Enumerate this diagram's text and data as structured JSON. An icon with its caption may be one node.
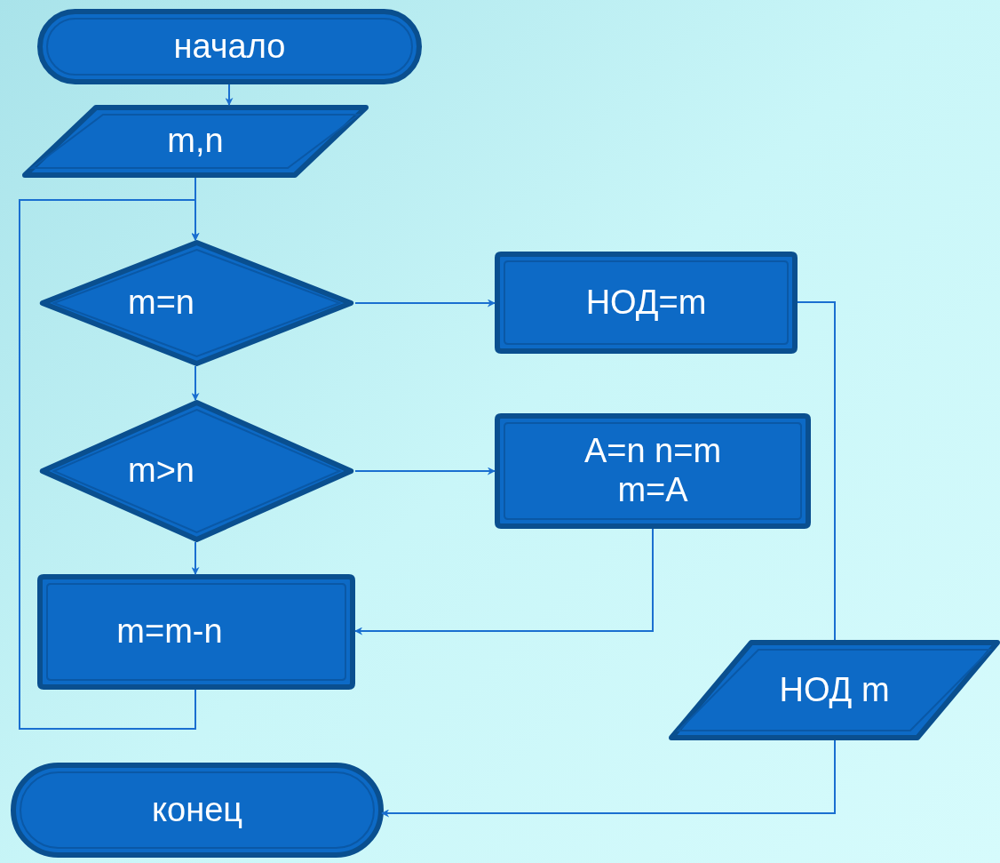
{
  "diagram": {
    "nodes": [
      {
        "text": [
          "начало"
        ]
      },
      {
        "text": [
          "m,n"
        ]
      },
      {
        "text": [
          "m=n"
        ]
      },
      {
        "text": [
          "НОД=m"
        ]
      },
      {
        "text": [
          "m>n"
        ]
      },
      {
        "text": [
          "A=n n=m m=A"
        ]
      },
      {
        "text": [
          "m=m-n"
        ]
      },
      {
        "text": [
          "НОД m"
        ]
      },
      {
        "text": [
          "конец"
        ]
      }
    ],
    "edges": [
      {
        "from": 0,
        "to": 1,
        "arrow": "to"
      },
      {
        "from": 1,
        "to": 2,
        "arrow": "to"
      },
      {
        "from": 2,
        "to": 3,
        "arrow": "to"
      },
      {
        "from": 2,
        "to": 4,
        "arrow": "to"
      },
      {
        "from": 4,
        "to": 5,
        "arrow": "to"
      },
      {
        "from": 4,
        "to": 6,
        "arrow": "to"
      },
      {
        "from": 5,
        "to": 6,
        "arrow": "to"
      },
      {
        "from": 6,
        "to": 2,
        "arrow": "to"
      },
      {
        "from": 3,
        "to": 7,
        "arrow": "none"
      },
      {
        "from": 7,
        "to": 8,
        "arrow": "to"
      }
    ]
  }
}
